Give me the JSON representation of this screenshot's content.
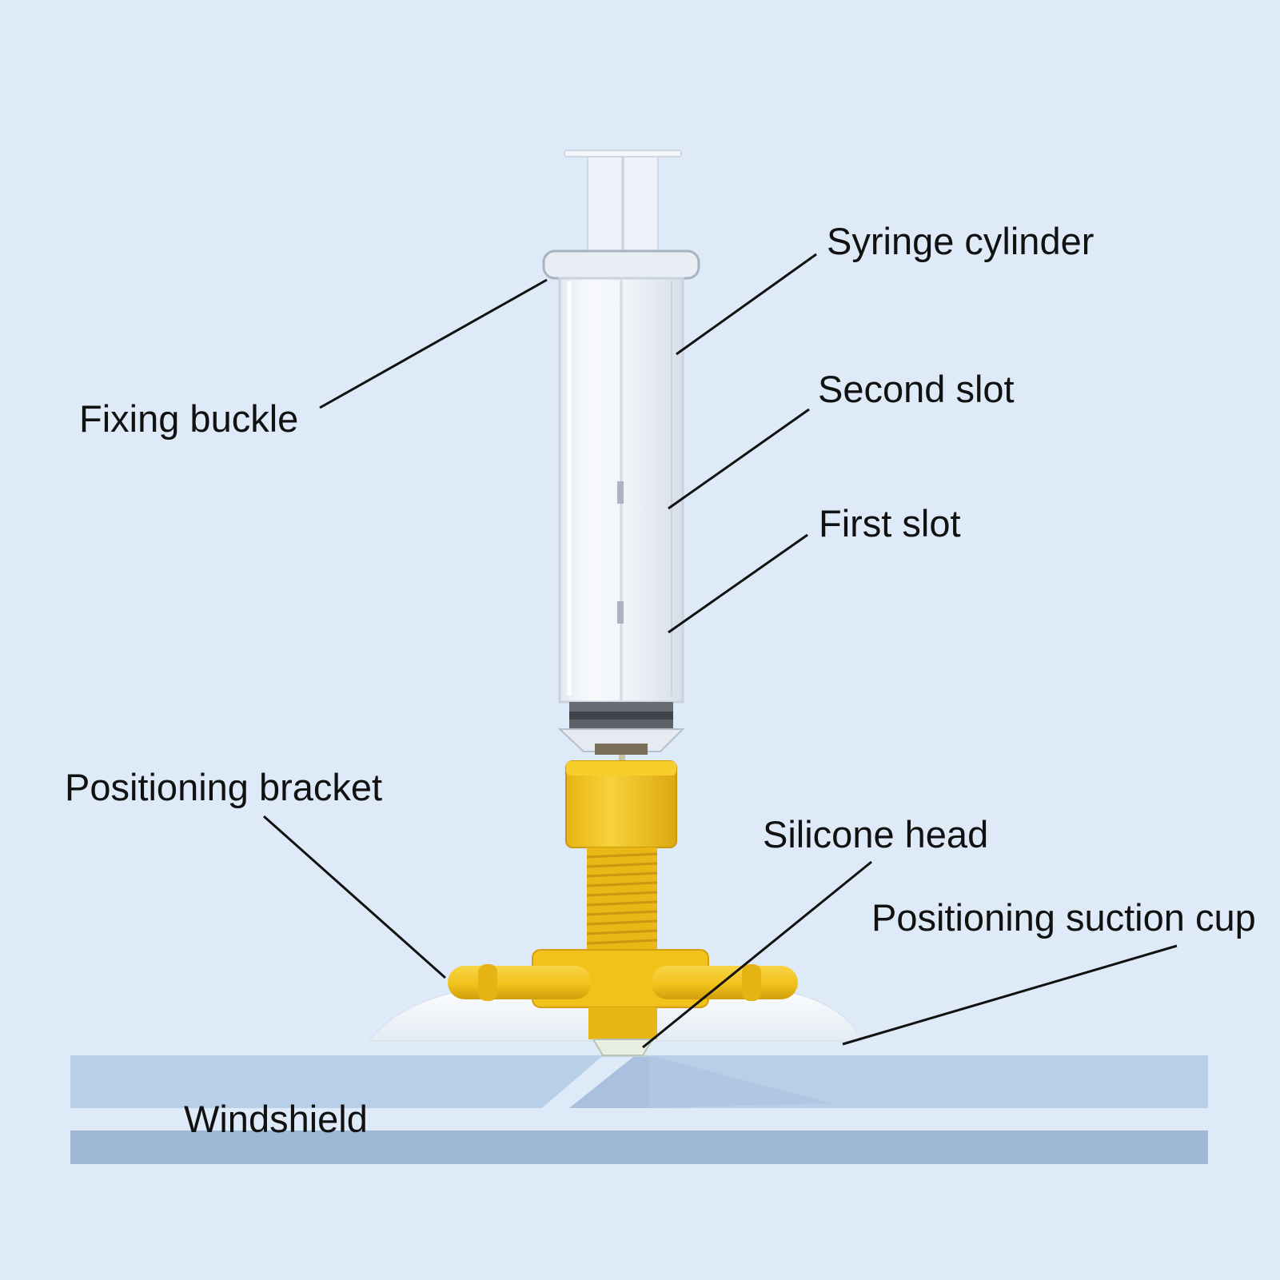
{
  "diagram": {
    "labels": {
      "syringe_cylinder": "Syringe cylinder",
      "second_slot": "Second slot",
      "first_slot": "First slot",
      "fixing_buckle": "Fixing buckle",
      "positioning_bracket": "Positioning bracket",
      "silicone_head": "Silicone head",
      "positioning_suction_cup": "Positioning suction cup",
      "windshield": "Windshield"
    },
    "colors": {
      "background": "#deeaf7",
      "glass_upper": "#b8cfe8",
      "glass_lower": "#9fb8d6",
      "syringe_body": "#f2f5fa",
      "syringe_outline": "#c9d3de",
      "plunger_seal": "#4a4f57",
      "bracket_yellow": "#f2c21b",
      "bracket_shade": "#d9a50f",
      "suction_cup": "#f5f8fc",
      "leader_line": "#111111"
    }
  }
}
